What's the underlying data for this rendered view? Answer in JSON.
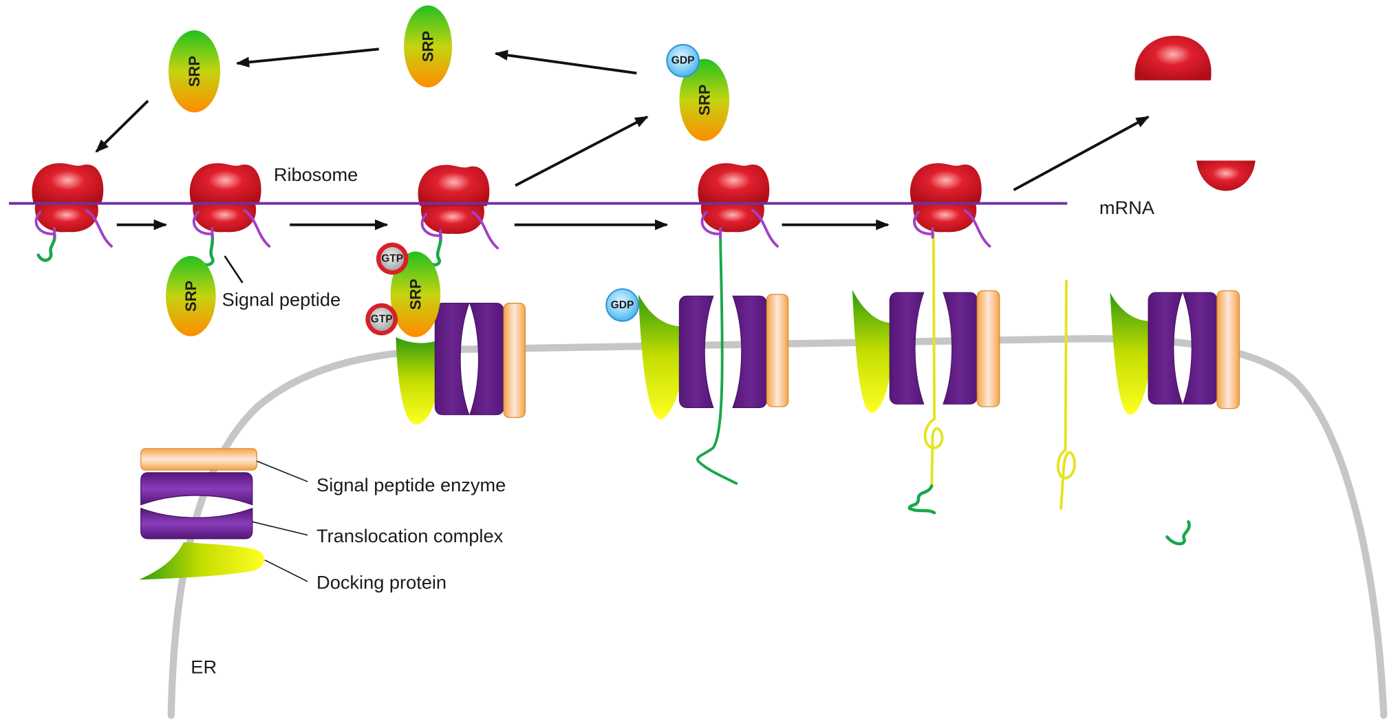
{
  "labels": {
    "ribosome": "Ribosome",
    "mrna": "mRNA",
    "signal_peptide": "Signal peptide",
    "signal_peptide_enzyme": "Signal peptide enzyme",
    "translocation_complex": "Translocation complex",
    "docking_protein": "Docking protein",
    "er": "ER"
  },
  "molecules": {
    "srp": "SRP",
    "gdp": "GDP",
    "gtp": "GTP"
  },
  "colors": {
    "ribosome": "#e0202e",
    "mrna": "#7030a0",
    "srp_top": "#22c020",
    "srp_bottom": "#ff8c00",
    "translocation_complex": "#6a2590",
    "signal_peptide_enzyme": "#f5a445",
    "docking_protein_top": "#2e9a10",
    "docking_protein_bottom": "#ffff22",
    "signal_peptide": "#18a84a",
    "protein_chain": "#e4e41e",
    "er_membrane": "#c6c6c6",
    "gdp": "#4ab4ec",
    "gtp": "#d8202a"
  }
}
